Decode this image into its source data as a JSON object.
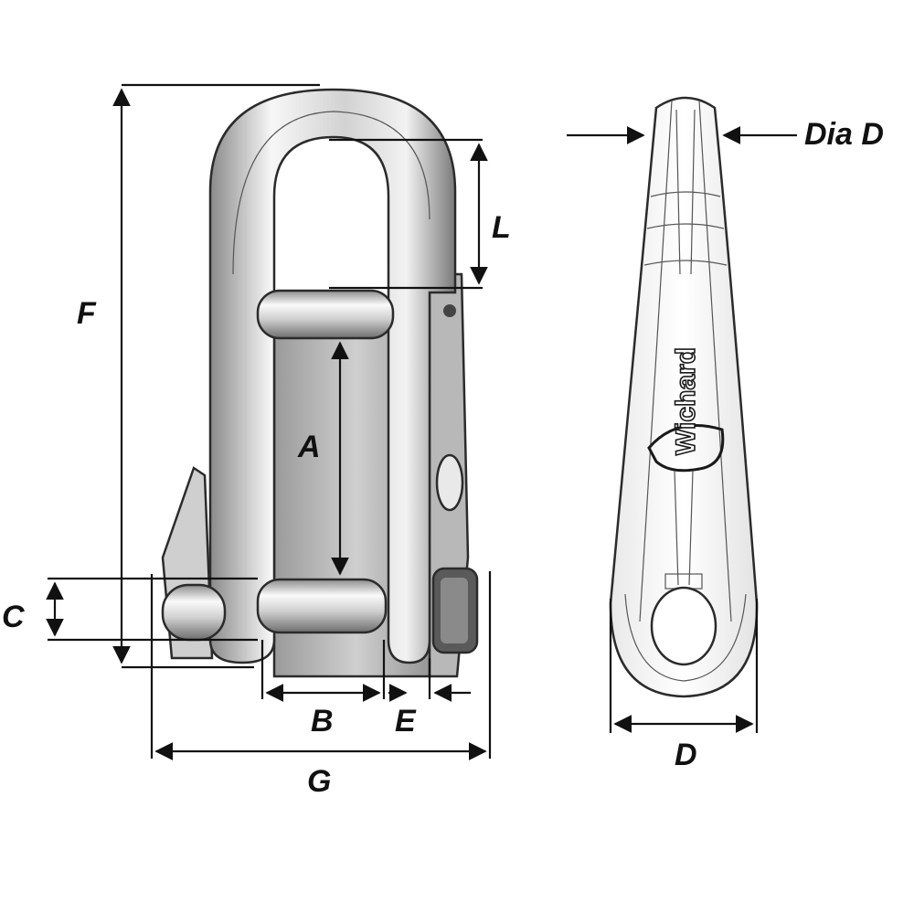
{
  "labels": {
    "F": "F",
    "L": "L",
    "A": "A",
    "C": "C",
    "B": "B",
    "E": "E",
    "G": "G",
    "dia_d": "Dia D",
    "D": "D"
  },
  "brand_text": "Wichard",
  "colors": {
    "ink": "#111111",
    "metal_light": "#f4f4f4",
    "metal_mid": "#bdbdbd",
    "metal_dark": "#6f6f6f"
  }
}
